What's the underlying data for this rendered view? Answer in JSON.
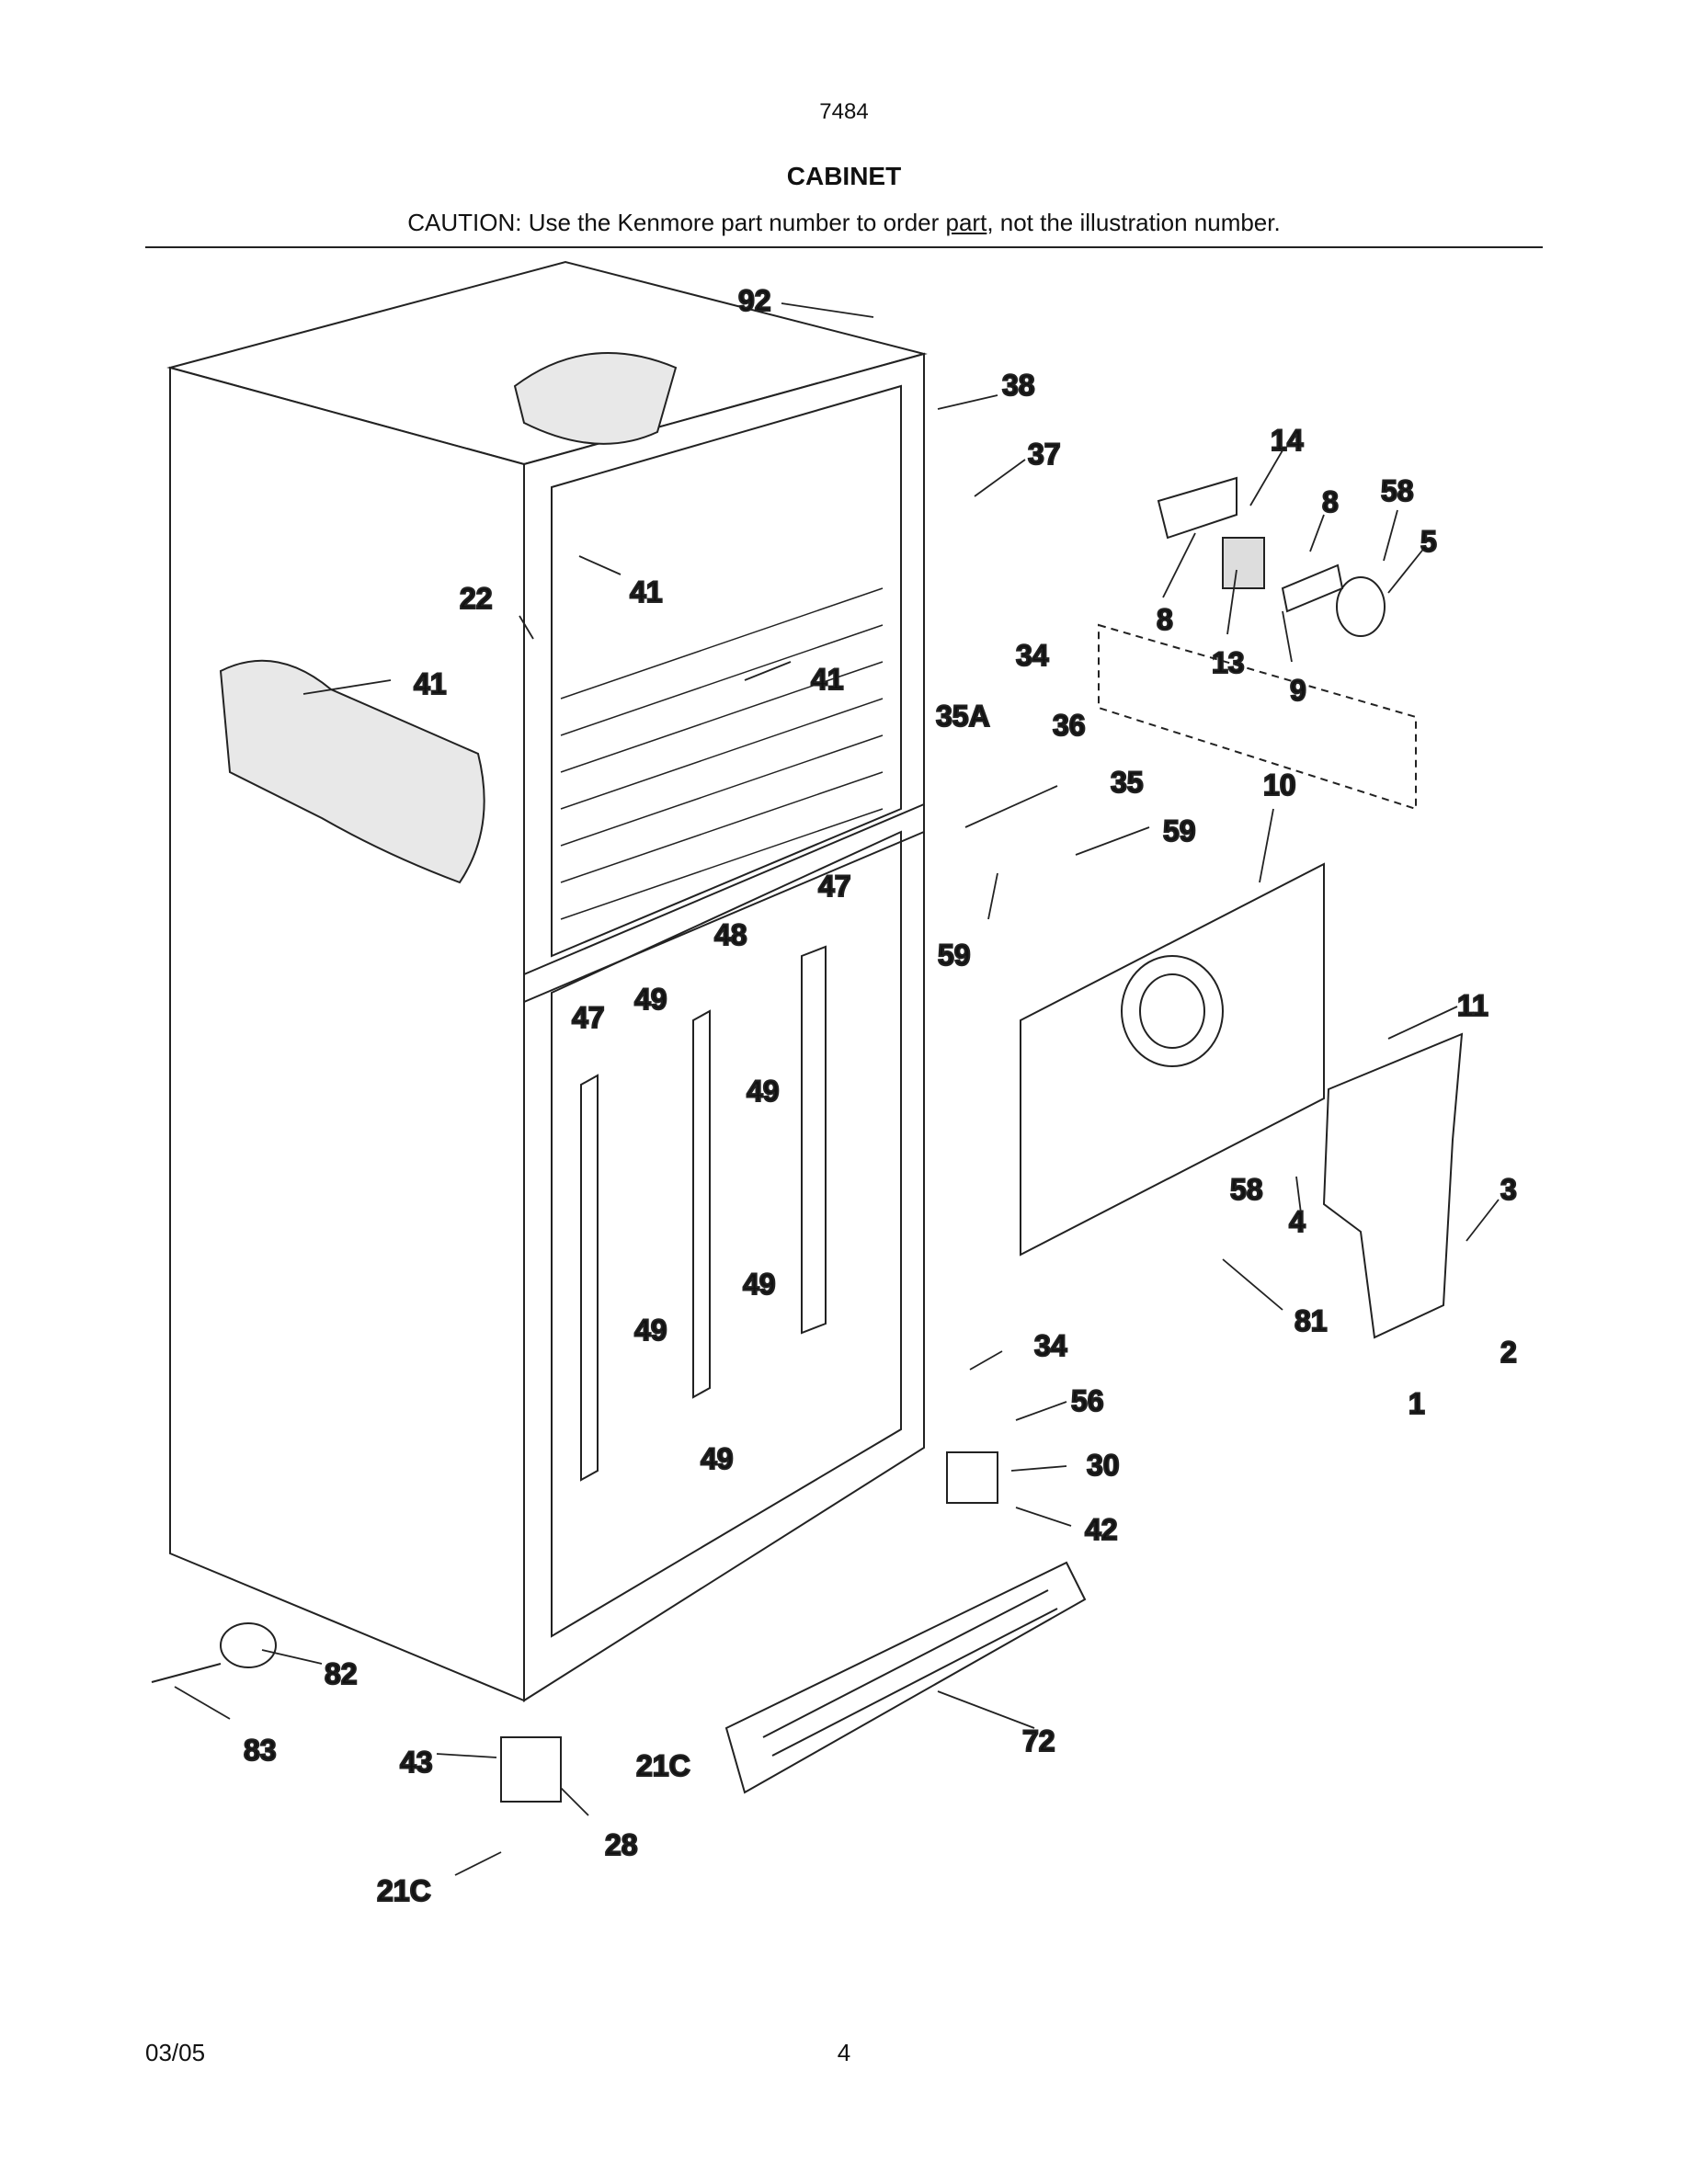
{
  "header": {
    "page_code": "7484",
    "title": "CABINET",
    "caution_prefix": "CAUTION: Use the Kenmore part number to order ",
    "caution_underlined": "part",
    "caution_suffix": ", not the illustration number."
  },
  "footer": {
    "date": "03/05",
    "page_number": "4"
  },
  "callouts": {
    "c92": "92",
    "c38": "38",
    "c37": "37",
    "c14": "14",
    "c8a": "8",
    "c58a": "58",
    "c5": "5",
    "c8b": "8",
    "c13": "13",
    "c9": "9",
    "c22": "22",
    "c41a": "41",
    "c41b": "41",
    "c41c": "41",
    "c34a": "34",
    "c35A": "35A",
    "c36": "36",
    "c35": "35",
    "c10": "10",
    "c59a": "59",
    "c59b": "59",
    "c47a": "47",
    "c48": "48",
    "c47b": "47",
    "c49a": "49",
    "c49b": "49",
    "c49c": "49",
    "c49d": "49",
    "c49e": "49",
    "c11": "11",
    "c58b": "58",
    "c4": "4",
    "c3": "3",
    "c81": "81",
    "c2": "2",
    "c1": "1",
    "c34b": "34",
    "c56": "56",
    "c30": "30",
    "c42": "42",
    "c82": "82",
    "c83": "83",
    "c43": "43",
    "c21Ca": "21C",
    "c72": "72",
    "c28": "28",
    "c21Cb": "21C"
  }
}
